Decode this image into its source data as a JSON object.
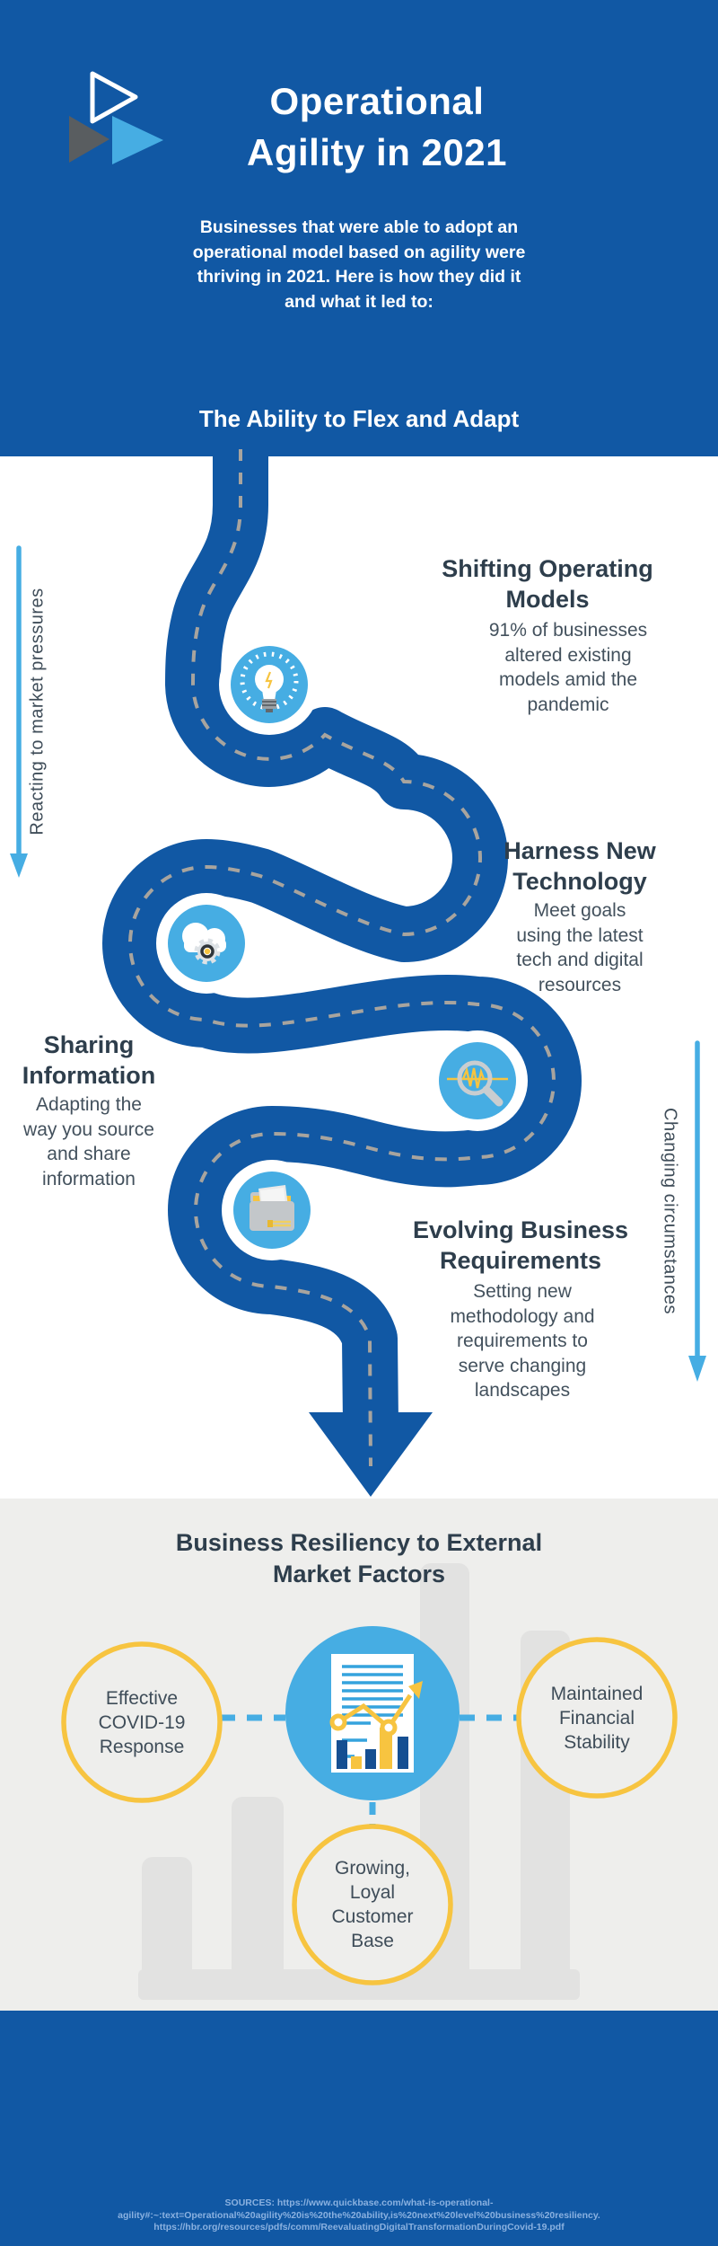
{
  "colors": {
    "brand_blue": "#1158a4",
    "accent_light_blue": "#46ade3",
    "accent_yellow": "#f7c440",
    "heading_navy": "#2e3e4c",
    "body_text": "#43515d",
    "road_dash_gray": "#a8a49e",
    "section_gray_bg": "#eeeeec",
    "decor_bar_gray": "#e2e2e1",
    "logo_gray": "#595d60",
    "sources_text": "#8ab1e0"
  },
  "header": {
    "logo_icon": "play-triangles-logo",
    "title": "Operational\nAgility in 2021",
    "intro": "Businesses that were able to adopt an\noperational model based on agility were\nthriving in 2021. Here is how they did it\nand what it led to:",
    "section_heading": "The Ability to Flex and Adapt"
  },
  "journey": {
    "left_label": "Reacting to market pressures",
    "right_label": "Changing circumstances",
    "milestones": [
      {
        "icon": "lightbulb-icon",
        "title": "Shifting Operating\nModels",
        "body": "91% of businesses\naltered existing\nmodels amid the\npandemic"
      },
      {
        "icon": "cloud-gear-icon",
        "title": "Harness New\nTechnology",
        "body": "Meet goals\nusing the latest\ntech and digital\nresources"
      },
      {
        "icon": "magnifier-analytics-icon",
        "title": "Sharing\nInformation",
        "body": "Adapting the\nway you source\nand share\ninformation"
      },
      {
        "icon": "folder-documents-icon",
        "title": "Evolving Business\nRequirements",
        "body": "Setting new\nmethodology and\nrequirements to\nserve changing\nlandscapes"
      }
    ]
  },
  "resiliency": {
    "heading": "Business Resiliency to External\nMarket Factors",
    "center_icon": "report-chart-icon",
    "bubbles": [
      {
        "label": "Effective\nCOVID-19\nResponse"
      },
      {
        "label": "Maintained\nFinancial\nStability"
      },
      {
        "label": "Growing,\nLoyal\nCustomer\nBase"
      }
    ]
  },
  "footer": {
    "sources": "SOURCES: https://www.quickbase.com/what-is-operational-\nagility#:~:text=Operational%20agility%20is%20the%20ability,is%20next%20level%20business%20resiliency.\nhttps://hbr.org/resources/pdfs/comm/ReevaluatingDigitalTransformationDuringCovid-19.pdf"
  }
}
